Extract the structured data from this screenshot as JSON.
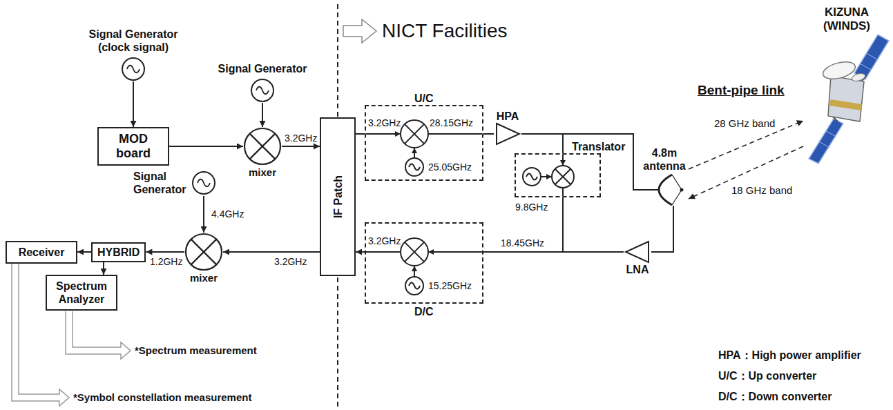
{
  "diagram": {
    "nodes": [
      {
        "text": [
          "Signal Generator (clock signal)"
        ]
      },
      {
        "text": [
          "Signal Generator"
        ]
      },
      {
        "text": [
          "MOD board"
        ]
      },
      {
        "text": [
          "mixer"
        ]
      },
      {
        "text": [
          "IF Patch"
        ]
      },
      {
        "text": [
          "U/C"
        ]
      },
      {
        "text": [
          "HPA"
        ]
      },
      {
        "text": [
          "Translator"
        ]
      },
      {
        "text": [
          "4.8m antenna"
        ]
      },
      {
        "text": [
          "KIZUNA (WINDS)"
        ]
      },
      {
        "text": [
          "Signal Generator"
        ]
      },
      {
        "text": [
          "mixer"
        ]
      },
      {
        "text": [
          "D/C"
        ]
      },
      {
        "text": [
          "LNA"
        ]
      },
      {
        "text": [
          "HYBRID"
        ]
      },
      {
        "text": [
          "Receiver"
        ]
      },
      {
        "text": [
          "Spectrum Analyzer"
        ]
      }
    ],
    "edges": [
      {
        "from": 0,
        "to": 2,
        "arrow": "to"
      },
      {
        "from": 2,
        "to": 3,
        "arrow": "to"
      },
      {
        "from": 1,
        "to": 3,
        "arrow": "to"
      },
      {
        "from": 3,
        "to": 4,
        "arrow": "to",
        "label": "3.2GHz"
      },
      {
        "from": 4,
        "to": 5,
        "arrow": "none"
      },
      {
        "from": 5,
        "to": 6,
        "arrow": "none"
      },
      {
        "from": 6,
        "to": 8,
        "arrow": "none"
      },
      {
        "from": 6,
        "to": 7,
        "arrow": "none"
      },
      {
        "from": 7,
        "to": 12,
        "arrow": "none"
      },
      {
        "from": 8,
        "to": 13,
        "arrow": "none"
      },
      {
        "from": 13,
        "to": 12,
        "arrow": "none",
        "label": "18.45GHz"
      },
      {
        "from": 8,
        "to": 9,
        "arrow": "to",
        "label": "28 GHz band"
      },
      {
        "from": 9,
        "to": 8,
        "arrow": "to",
        "label": "18 GHz band"
      },
      {
        "from": 12,
        "to": 4,
        "arrow": "to"
      },
      {
        "from": 4,
        "to": 11,
        "arrow": "to",
        "label": "3.2GHz"
      },
      {
        "from": 10,
        "to": 11,
        "arrow": "to",
        "label": "4.4GHz"
      },
      {
        "from": 11,
        "to": 14,
        "arrow": "to",
        "label": "1.2GHz"
      },
      {
        "from": 14,
        "to": 15,
        "arrow": "to"
      },
      {
        "from": 14,
        "to": 16,
        "arrow": "to"
      }
    ],
    "labels": [
      "NICT Facilities",
      "3.2GHz",
      "28.15GHz",
      "25.05GHz",
      "9.8GHz",
      "3.2GHz",
      "15.25GHz",
      "Bent-pipe link",
      "*Spectrum measurement",
      "*Symbol constellation measurement",
      "HPA：High power amplifier",
      "U/C：Up converter",
      "D/C：Down converter"
    ]
  }
}
